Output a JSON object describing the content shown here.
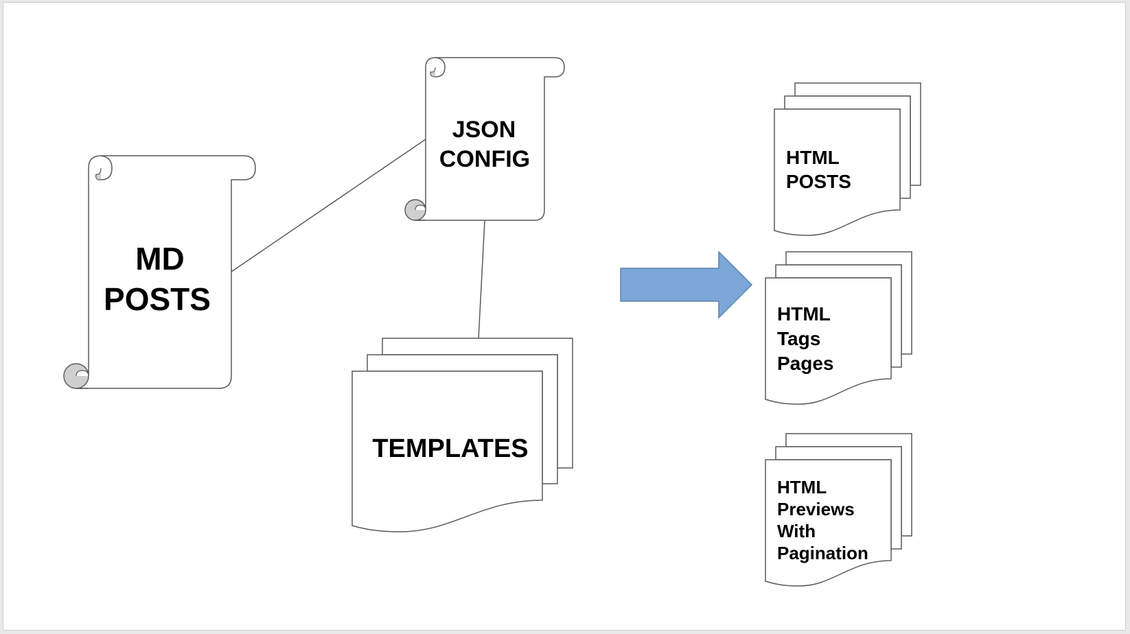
{
  "diagram": {
    "md_posts": {
      "line1": "MD",
      "line2": "POSTS"
    },
    "json_config": {
      "line1": "JSON",
      "line2": "CONFIG"
    },
    "templates": {
      "label": "TEMPLATES"
    },
    "html_posts": {
      "line1": "HTML",
      "line2": "POSTS"
    },
    "html_tags": {
      "line1": "HTML",
      "line2": "Tags",
      "line3": "Pages"
    },
    "html_previews": {
      "line1": "HTML",
      "line2": "Previews",
      "line3": "With",
      "line4": "Pagination"
    }
  },
  "colors": {
    "stroke": "#595959",
    "scroll_curl": "#cfcfcf",
    "arrow_fill": "#7ba7d8",
    "arrow_stroke": "#5b82b0"
  }
}
